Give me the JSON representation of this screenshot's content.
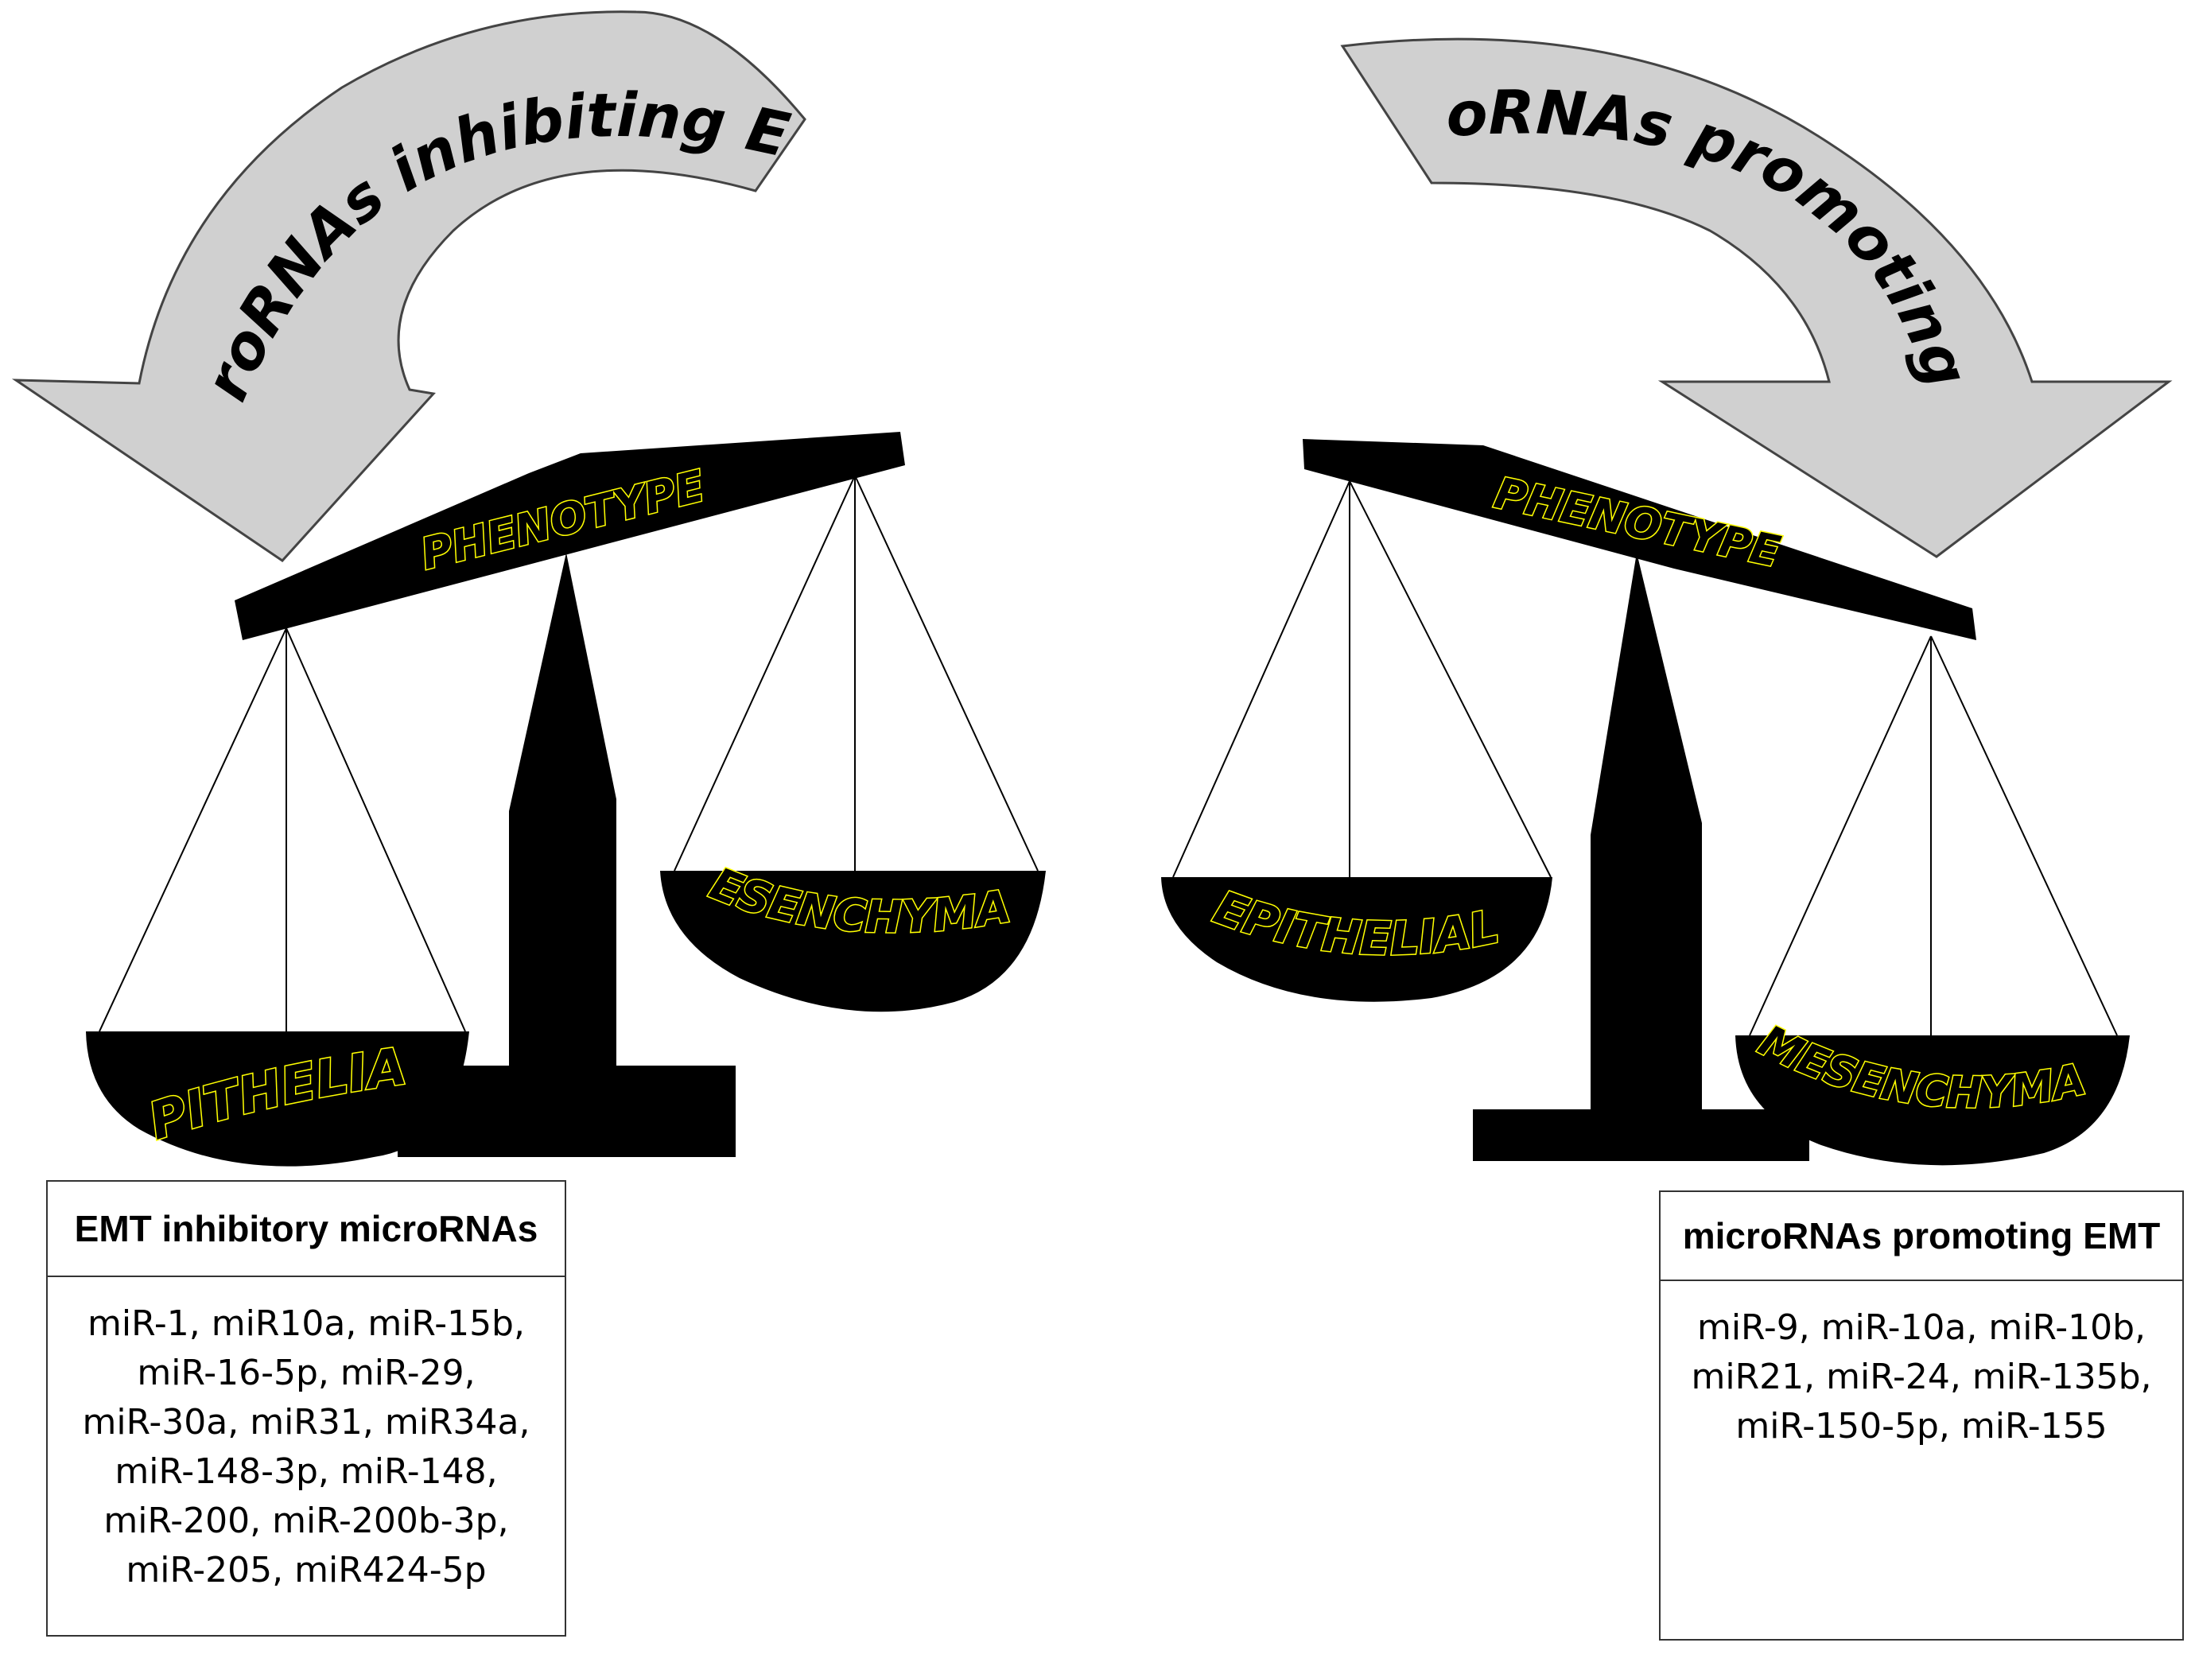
{
  "colors": {
    "arrow_fill": "#d0d0d0",
    "scale_fill": "#000000",
    "label_outline": "#ffff00",
    "panel_border": "#333333"
  },
  "left_scale": {
    "arrow_label": "microRNAs inhibiting EMT",
    "beam_label": "PHENOTYPE",
    "low_pan_label": "EPITHELIAL",
    "high_pan_label": "MESENCHYMAL"
  },
  "right_scale": {
    "arrow_label": "microRNAs promoting EMT",
    "beam_label": "PHENOTYPE",
    "high_pan_label": "EPITHELIAL",
    "low_pan_label": "MESENCHYMAL"
  },
  "left_panel": {
    "title": "EMT inhibitory microRNAs",
    "items": "miR-1, miR10a, miR-15b,\nmiR-16-5p, miR-29,\nmiR-30a, miR31, miR34a,\nmiR-148-3p, miR-148,\nmiR-200, miR-200b-3p,\nmiR-205, miR424-5p"
  },
  "right_panel": {
    "title": "microRNAs promoting EMT",
    "items": "miR-9, miR-10a, miR-10b,\nmiR21, miR-24, miR-135b,\nmiR-150-5p, miR-155"
  }
}
